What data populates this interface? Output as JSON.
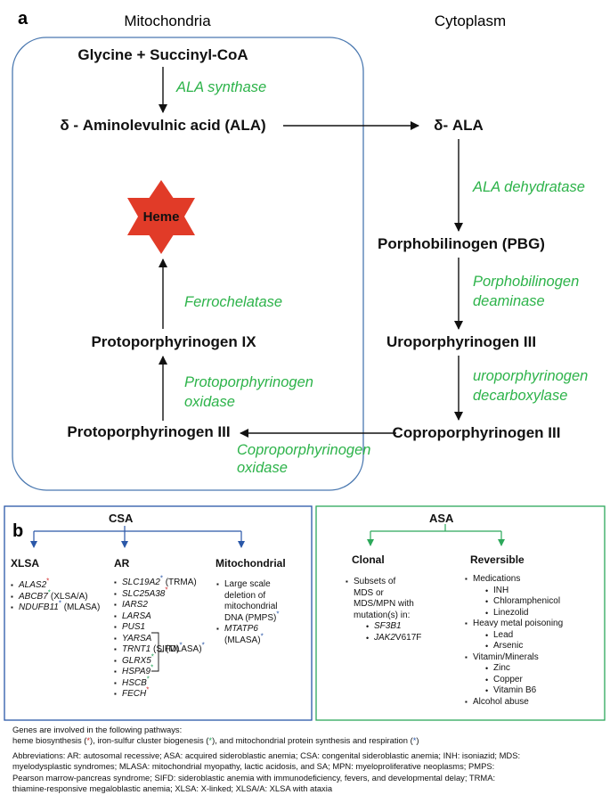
{
  "colors": {
    "enzyme": "#2db34a",
    "heme_red": "#e13b28",
    "mito_border": "#4a78b0",
    "csa_border": "#2a57a8",
    "asa_border": "#2ca85a",
    "star_red": "#d22b2b",
    "star_green": "#22a85a",
    "star_blue": "#2a57a8"
  },
  "panel_a": {
    "label": "a",
    "mito_title": "Mitochondria",
    "cyto_title": "Cytoplasm",
    "nodes": {
      "glycine": "Glycine + Succinyl-CoA",
      "ala_mito": "δ - Aminolevulnic acid (ALA)",
      "ala_cyto": "δ- ALA",
      "pbg": "Porphobilinogen (PBG)",
      "uro": "Uroporphyrinogen III",
      "copro": "Coproporphyrinogen III",
      "proto3": "Protoporphyrinogen  III",
      "proto9": "Protoporphyrinogen IX",
      "heme": "Heme"
    },
    "enzymes": {
      "ala_synthase": "ALA synthase",
      "ala_dehydratase": "ALA dehydratase",
      "pbg_deaminase_1": "Porphobilinogen",
      "pbg_deaminase_2": "deaminase",
      "uro_decarbox_1": "uroporphyrinogen",
      "uro_decarbox_2": "decarboxylase",
      "copro_oxidase_1": "Coproporphyrinogen",
      "copro_oxidase_2": "oxidase",
      "proto_oxidase_1": "Protoporphyrinogen",
      "proto_oxidase_2": "oxidase",
      "ferrochelatase": "Ferrochelatase"
    }
  },
  "panel_b": {
    "label": "b",
    "csa": {
      "title": "CSA",
      "xlsa": {
        "title": "XLSA",
        "items": [
          {
            "gene": "ALAS2",
            "star": "r",
            "note": ""
          },
          {
            "gene": "ABCB7",
            "star": "g",
            "note": "(XLSA/A)"
          },
          {
            "gene": "NDUFB11",
            "star": "b",
            "note": " (MLASA)"
          }
        ]
      },
      "ar": {
        "title": "AR",
        "items": [
          {
            "gene": "SLC19A2",
            "star": "b",
            "note": " (TRMA)"
          },
          {
            "gene": "SLC25A38",
            "star": "r",
            "note": ""
          },
          {
            "gene": "IARS2",
            "star": "",
            "note": ""
          },
          {
            "gene": "LARSA",
            "star": "",
            "note": ""
          },
          {
            "gene": "PUS1",
            "star": "",
            "note": ""
          },
          {
            "gene": "YARSA",
            "star": "",
            "note": ""
          },
          {
            "gene": "TRNT1",
            "star": "",
            "note": " (SIFD)"
          },
          {
            "gene": "GLRX5",
            "star": "g",
            "note": ""
          },
          {
            "gene": "HSPA9",
            "star": "g",
            "note": ""
          },
          {
            "gene": "HSCB",
            "star": "g",
            "note": ""
          },
          {
            "gene": "FECH",
            "star": "r",
            "note": ""
          }
        ],
        "mlasa_note": "(MLASA)"
      },
      "mito": {
        "title": "Mitochondrial",
        "item1_lines": [
          "Large scale",
          "deletion of",
          "mitochondrial",
          "DNA (PMPS)"
        ],
        "item2_gene": "MTATP6",
        "item2_note": "(MLASA)"
      }
    },
    "asa": {
      "title": "ASA",
      "clonal": {
        "title": "Clonal",
        "item_lines": [
          "Subsets of",
          "MDS or",
          "MDS/MPN with",
          "mutation(s) in:"
        ],
        "genes": [
          "SF3B1",
          "JAK2"
        ],
        "jak2_suffix": "V617F"
      },
      "reversible": {
        "title": "Reversible",
        "groups": [
          {
            "label": "Medications",
            "items": [
              "INH",
              "Chloramphenicol",
              "Linezolid"
            ]
          },
          {
            "label": "Heavy metal poisoning",
            "items": [
              "Lead",
              "Arsenic"
            ]
          },
          {
            "label": "Vitamin/Minerals",
            "items": [
              "Zinc",
              "Copper",
              "Vitamin B6"
            ]
          },
          {
            "label": "Alcohol abuse",
            "items": []
          }
        ]
      }
    },
    "footer": {
      "line1": "Genes are involved in the following pathways:",
      "line2a": "heme biosynthesis (",
      "line2b": "), iron-sulfur cluster biogenesis (",
      "line2c": "), and mitochondrial protein synthesis and respiration (",
      "line2d": ")",
      "abbr": [
        "Abbreviations: AR: autosomal recessive; ASA: acquired sideroblastic anemia; CSA: congenital sideroblastic anemia; INH: isoniazid; MDS:",
        "myelodysplastic syndromes; MLASA: mitochondrial myopathy, lactic acidosis, and SA; MPN: myeloproliferative neoplasms; PMPS:",
        "Pearson marrow-pancreas syndrome; SIFD: sideroblastic anemia with immunodeficiency, fevers, and developmental delay; TRMA:",
        "thiamine-responsive megaloblastic anemia; XLSA: X-linked; XLSA/A: XLSA with ataxia"
      ]
    }
  }
}
